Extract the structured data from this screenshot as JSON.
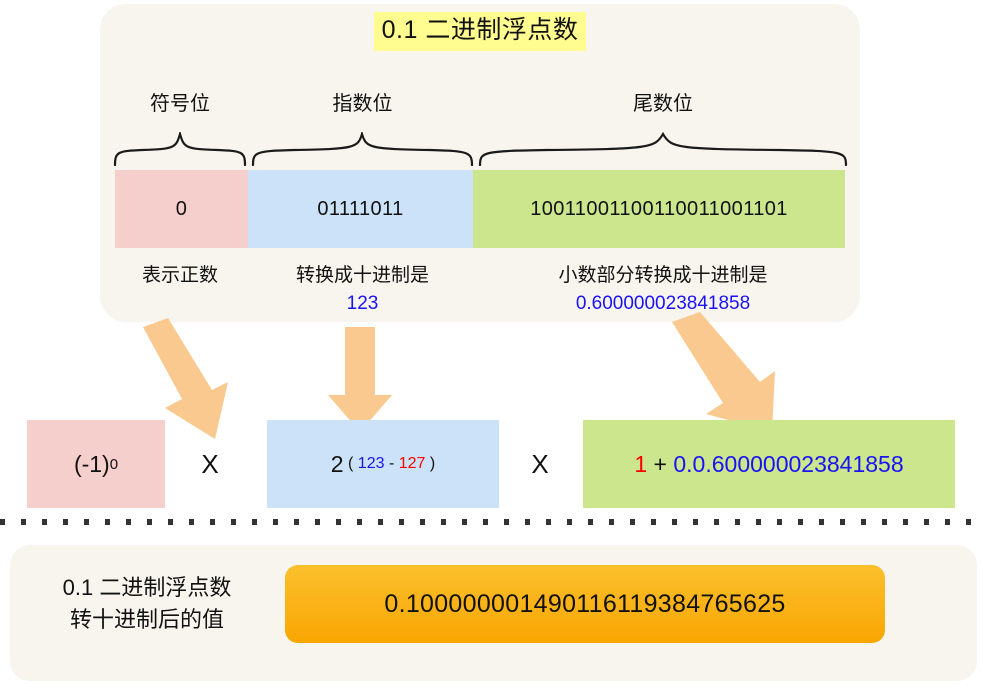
{
  "title": "0.1 二进制浮点数",
  "colors": {
    "panel_bg": "#f8f5ee",
    "sign_field": "#f5cfcb",
    "exponent_field": "#cbe2f8",
    "mantissa_field": "#cbe68c",
    "title_highlight": "#fffd8f",
    "arrow": "#f9c98f",
    "result_box": "#f9a602",
    "blue_value": "#1a13f5",
    "red_value": "#ff0000"
  },
  "fields": {
    "sign": {
      "caption": "符号位",
      "bits": "0",
      "description": "表示正数",
      "value": ""
    },
    "exponent": {
      "caption": "指数位",
      "bits": "01111011",
      "description": "转换成十进制是",
      "value": "123"
    },
    "mantissa": {
      "caption": "尾数位",
      "bits": "10011001100110011001101",
      "description": "小数部分转换成十进制是",
      "value": "0.600000023841858"
    }
  },
  "formula": {
    "sign_term_base": "(-1)",
    "sign_term_exp": "0",
    "multiply_symbol_1": "X",
    "multiply_symbol_2": "X",
    "exponent_base": "2",
    "exponent_paren_open": "(",
    "exponent_value": "123",
    "exponent_minus": "-",
    "exponent_bias": "127",
    "exponent_paren_close": ")",
    "mantissa_leading": "1",
    "mantissa_plus": "+",
    "mantissa_fraction": "0.0.600000023841858"
  },
  "result": {
    "label_line1": "0.1 二进制浮点数",
    "label_line2": "转十进制后的值",
    "value": "0.100000001490116119384765625"
  }
}
